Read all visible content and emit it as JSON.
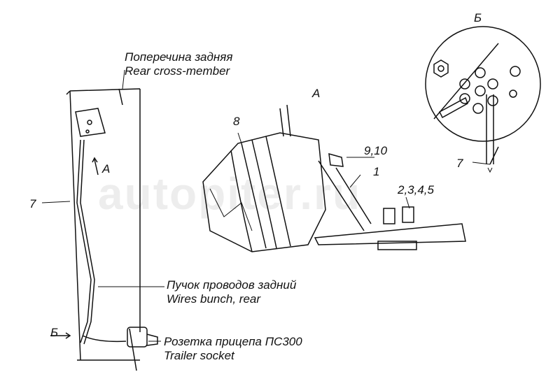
{
  "labels": {
    "rear_cross_member_ru": "Поперечина задняя",
    "rear_cross_member_en": "Rear cross-member",
    "wires_bunch_ru": "Пучок проводов задний",
    "wires_bunch_en": "Wires bunch, rear",
    "trailer_socket_ru": "Розетка прицепа ПС300",
    "trailer_socket_en": "Trailer socket"
  },
  "callouts": {
    "view_a_arrow": "A",
    "view_a_title": "A",
    "view_b_arrow": "Б",
    "view_b_title": "Б",
    "item_7_left": "7",
    "item_7_right": "7",
    "item_8": "8",
    "item_9_10": "9,10",
    "item_1": "1",
    "item_2_5": "2,3,4,5"
  },
  "watermark": "autopiter.ru"
}
